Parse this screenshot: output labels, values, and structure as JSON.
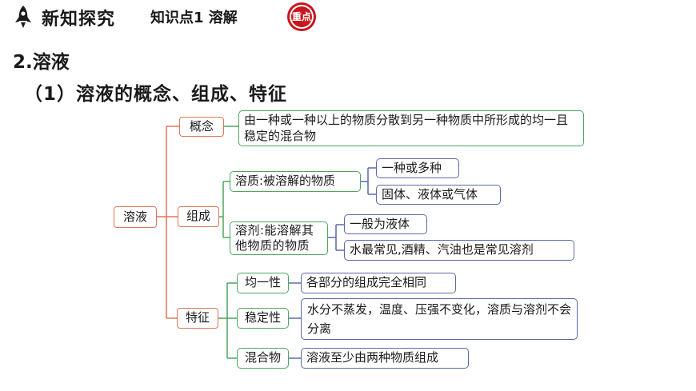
{
  "header": {
    "title": "新知探究",
    "knowledge_point": "知识点1  溶解",
    "badge": "重点",
    "icon": "rocket-icon"
  },
  "section_title": "2.溶液",
  "subsection_title": "（1）溶液的概念、组成、特征",
  "root": "溶液",
  "branches": {
    "concept": {
      "label": "概念",
      "definition": "由一种或一种以上的物质分散到另一种物质中所形成的均一且稳定的混合物"
    },
    "composition": {
      "label": "组成",
      "solute": {
        "label": "溶质:被溶解的物质",
        "items": [
          "一种或多种",
          "固体、液体或气体"
        ]
      },
      "solvent": {
        "label": "溶剂:能溶解其他物质的物质",
        "items": [
          "一般为液体",
          "水最常见,酒精、汽油也是常见溶剂"
        ]
      }
    },
    "features": {
      "label": "特征",
      "items": [
        {
          "name": "均一性",
          "desc": "各部分的组成完全相同"
        },
        {
          "name": "稳定性",
          "desc": "水分不蒸发，温度、压强不变化，溶质与溶剂不会分离"
        },
        {
          "name": "混合物",
          "desc": "溶液至少由两种物质组成"
        }
      ]
    }
  },
  "colors": {
    "red": "#e2735a",
    "green": "#4fa55d",
    "purple": "#5b6aa8",
    "badge": "#c8161d"
  }
}
